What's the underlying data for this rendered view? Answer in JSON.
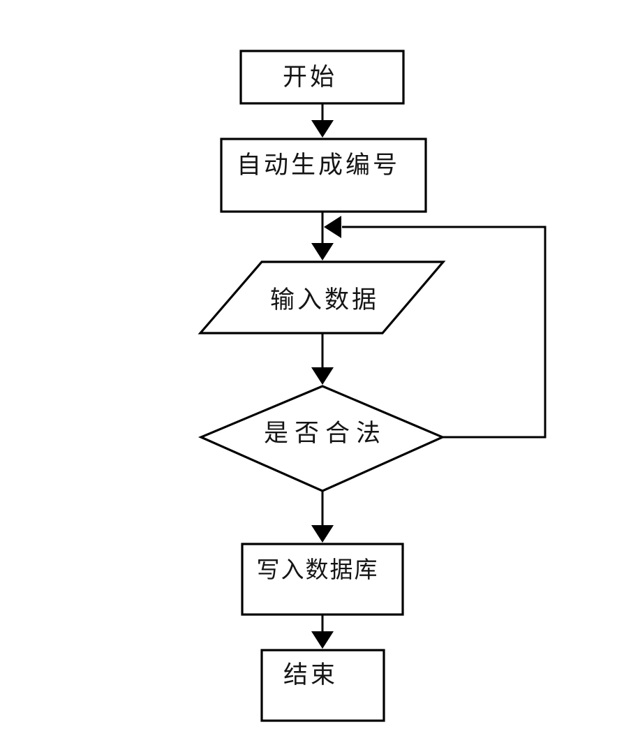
{
  "flowchart": {
    "title": "data-entry-flowchart",
    "background_color": "#ffffff",
    "line_color": "#000000",
    "text_color": "#151515",
    "nodes": [
      {
        "id": "start",
        "type": "rectangle",
        "label": "开始"
      },
      {
        "id": "auto-generate-id",
        "type": "rectangle",
        "label": "自动生成编号"
      },
      {
        "id": "input-data",
        "type": "parallelogram",
        "label": "输入数据"
      },
      {
        "id": "is-valid",
        "type": "diamond",
        "label": "是否合法"
      },
      {
        "id": "write-database",
        "type": "rectangle",
        "label": "写入数据库"
      },
      {
        "id": "end",
        "type": "rectangle",
        "label": "结束"
      }
    ],
    "edges": [
      {
        "from": "start",
        "to": "auto-generate-id"
      },
      {
        "from": "auto-generate-id",
        "to": "input-data"
      },
      {
        "from": "input-data",
        "to": "is-valid"
      },
      {
        "from": "is-valid",
        "to": "write-database"
      },
      {
        "from": "is-valid",
        "to": "input-data",
        "note": "loop-back-right-side"
      },
      {
        "from": "write-database",
        "to": "end"
      }
    ]
  }
}
